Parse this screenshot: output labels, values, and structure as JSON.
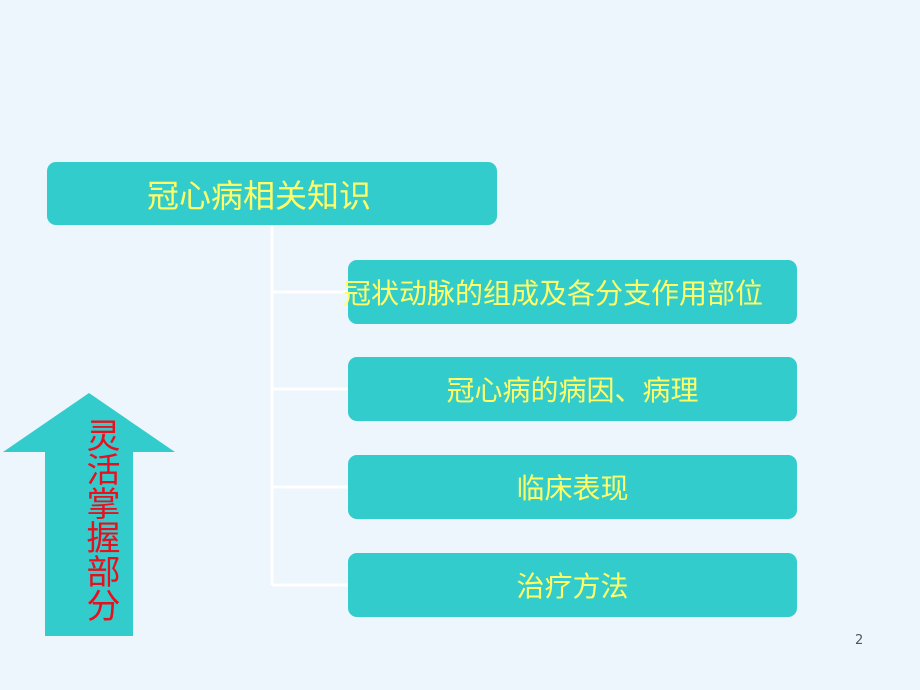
{
  "diagram": {
    "root": {
      "label": "冠心病相关知识"
    },
    "children": [
      {
        "label": "冠状动脉的组成及各分支作用部位"
      },
      {
        "label": "冠心病的病因、病理"
      },
      {
        "label": "临床表现"
      },
      {
        "label": "治疗方法"
      }
    ]
  },
  "arrow": {
    "label": "灵活掌握部分"
  },
  "page_number": "2",
  "colors": {
    "background": "#eef6fd",
    "box_fill": "#33cccc",
    "box_text": "#ffff66",
    "arrow_text": "#e8101f",
    "connector": "#ffffff"
  }
}
